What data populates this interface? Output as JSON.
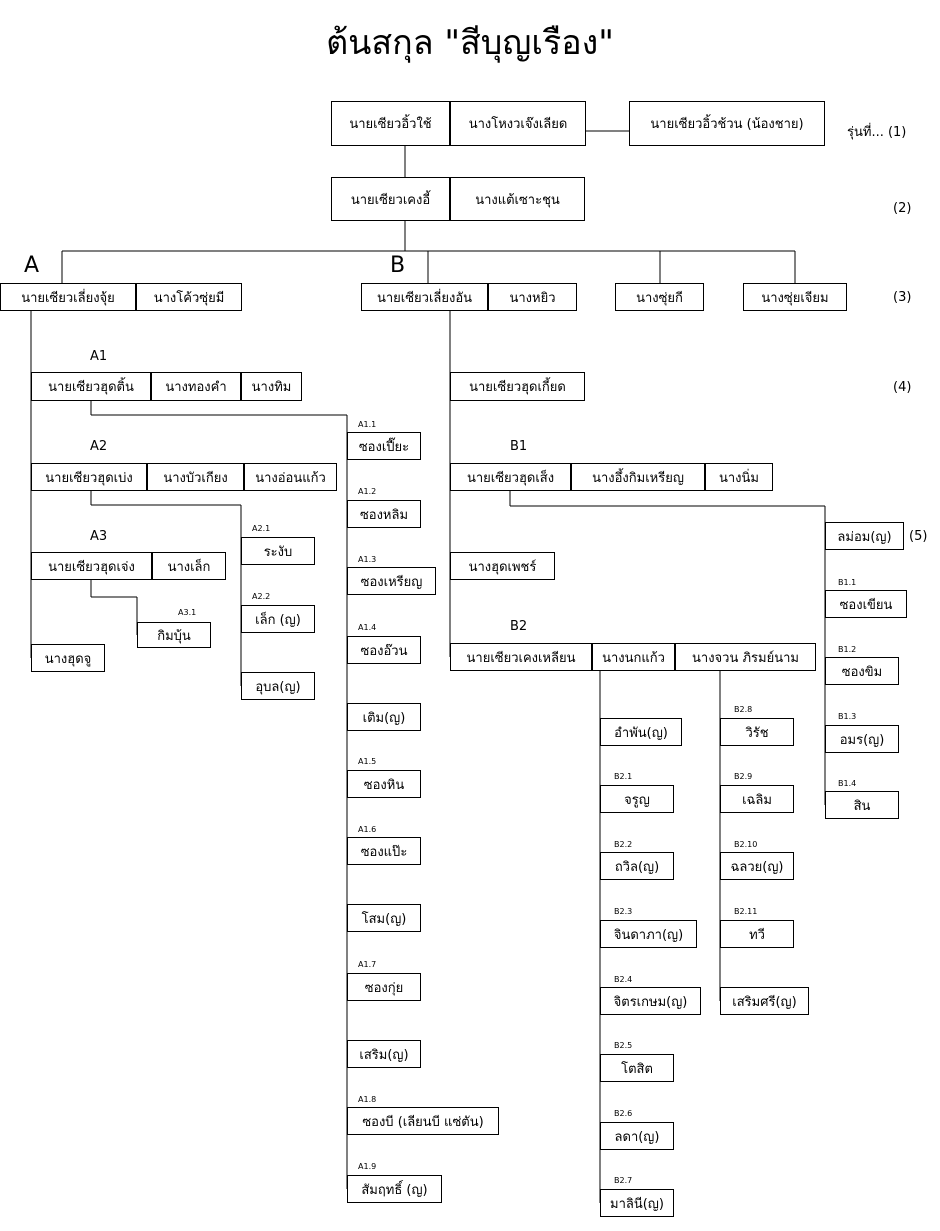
{
  "title": "ต้นสกุล \"สีบุญเรือง\"",
  "generations": [
    {
      "id": "gen-1",
      "label": "รุ่นที่... (1)"
    },
    {
      "id": "gen-2",
      "label": "(2)"
    },
    {
      "id": "gen-3",
      "label": "(3)"
    },
    {
      "id": "gen-4",
      "label": "(4)"
    },
    {
      "id": "gen-5",
      "label": "(5)"
    }
  ],
  "branch_letters": {
    "a": "A",
    "b": "B"
  },
  "section_labels": {
    "a1": "A1",
    "a2": "A2",
    "a3": "A3",
    "b1": "B1",
    "b2": "B2"
  },
  "persons": {
    "g1_husband": "นายเซียวอิ้วใช้",
    "g1_wife": "นางโหงวเจ๊งเลียด",
    "g1_brother": "นายเซียวอิ้วช้วน (น้องชาย)",
    "g2_husband": "นายเซียวเคงอี้",
    "g2_wife": "นางแต้เซาะชุน",
    "a_husband": "นายเซียวเลี่ยงจุ้ย",
    "a_wife": "นางโค้วซุ่ยมี",
    "b_husband": "นายเซียวเลี่ยงอัน",
    "b_wife": "นางหยิว",
    "sister1": "นางซุ่ยกี",
    "sister2": "นางซุ่ยเจียม",
    "a1_husband": "นายเซียวฮุดติ้น",
    "a1_wife1": "นางทองคำ",
    "a1_wife2": "นางทิม",
    "a2_husband": "นายเซียวฮุดเบ่ง",
    "a2_wife1": "นางบัวเกียง",
    "a2_wife2": "นางอ่อนแก้ว",
    "a3_husband": "นายเซียวฮุดเจ่ง",
    "a3_wife": "นางเล็ก",
    "a_daughter": "นางฮุดจู",
    "a3_1": "กิมบุ้น",
    "a2_1": "ระงับ",
    "a2_2": "เล็ก (ญ)",
    "a2_3": "อุบล(ญ)",
    "a1_1": "ซองเปี๊ยะ",
    "a1_2": "ซองหลิม",
    "a1_3": "ซองเหรียญ",
    "a1_4": "ซองอ๊วน",
    "a1_x1": "เติม(ญ)",
    "a1_5": "ซองหิน",
    "a1_6": "ซองแป๊ะ",
    "a1_x2": "โสม(ญ)",
    "a1_7": "ซองกุ่ย",
    "a1_x3": "เสริม(ญ)",
    "a1_8": "ซองบี (เลียนบี แซ่ตัน)",
    "a1_9": "สัมฤทธิ์ (ญ)",
    "b_son": "นายเซียวฮุดเกี้ยด",
    "b1_husband": "นายเซียวฮุดเส็ง",
    "b1_wife1": "นางอึ้งกิมเหรียญ",
    "b1_wife2": "นางนิ่ม",
    "b1_x": "ลม่อม(ญ)",
    "b1_1": "ซองเขียน",
    "b1_2": "ซองขิม",
    "b1_3": "อมร(ญ)",
    "b1_4": "สิน",
    "b_daughter": "นางฮุดเพชร์",
    "b2_husband": "นายเซียวเคงเหลียน",
    "b2_wife1": "นางนกแก้ว",
    "b2_wife2": "นางจวน ภิรมย์นาม",
    "b2_x": "อำพัน(ญ)",
    "b2_1": "จรูญ",
    "b2_2": "ถวิล(ญ)",
    "b2_3": "จินดาภา(ญ)",
    "b2_4": "จิตรเกษม(ญ)",
    "b2_5": "โตสิต",
    "b2_6": "ลดา(ญ)",
    "b2_7": "มาลินี(ญ)",
    "b2_8": "วิรัช",
    "b2_9": "เฉลิม",
    "b2_10": "ฉลวย(ญ)",
    "b2_11": "ทวี",
    "b2_x2": "เสริมศรี(ญ)"
  },
  "child_tags": {
    "a1_1": "A1.1",
    "a1_2": "A1.2",
    "a1_3": "A1.3",
    "a1_4": "A1.4",
    "a1_5": "A1.5",
    "a1_6": "A1.6",
    "a1_7": "A1.7",
    "a1_8": "A1.8",
    "a1_9": "A1.9",
    "a2_1": "A2.1",
    "a2_2": "A2.2",
    "a3_1": "A3.1",
    "b1_1": "B1.1",
    "b1_2": "B1.2",
    "b1_3": "B1.3",
    "b1_4": "B1.4",
    "b2_1": "B2.1",
    "b2_2": "B2.2",
    "b2_3": "B2.3",
    "b2_4": "B2.4",
    "b2_5": "B2.5",
    "b2_6": "B2.6",
    "b2_7": "B2.7",
    "b2_8": "B2.8",
    "b2_9": "B2.9",
    "b2_10": "B2.10",
    "b2_11": "B2.11"
  }
}
